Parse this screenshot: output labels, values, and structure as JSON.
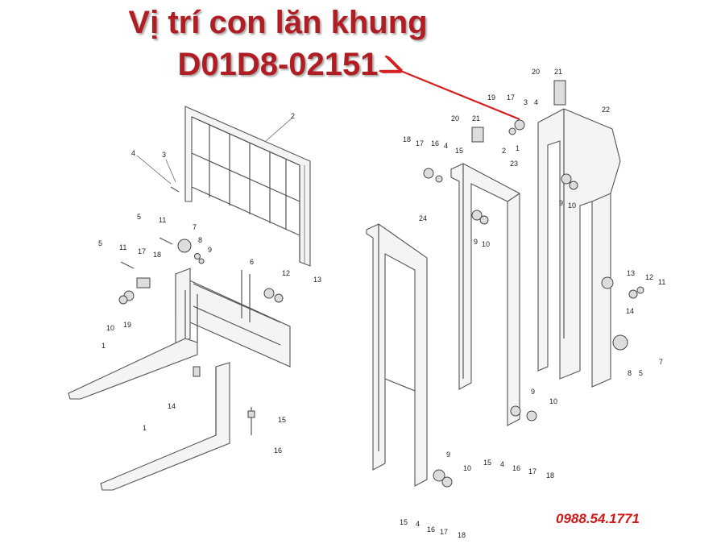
{
  "title": {
    "line1": "Vị trí con lăn khung",
    "line2": "D01D8-02151"
  },
  "phone": "0988.54.1771",
  "colors": {
    "title": "#b01e23",
    "phone": "#d01818",
    "arrow": "#d62020",
    "line": "#555555"
  },
  "labels": {
    "backrest": "2",
    "pin_3": "3",
    "bolt_4": "4",
    "bolt_5a": "5",
    "nut_11a": "11",
    "roller_7": "7",
    "washer_8": "8",
    "pin_9": "9",
    "bolt_5b": "5",
    "nut_11b": "11",
    "roller_17": "17",
    "pin_18": "18",
    "plate_6": "6",
    "ring_12": "12",
    "ring_13": "13",
    "ring_10": "10",
    "ring_19": "19",
    "fork_1a": "1",
    "bracket_14": "14",
    "bolt_15": "15",
    "pin_16": "16",
    "fork_1b": "1",
    "bracket_20a": "20",
    "plate_21a": "21",
    "cap_19": "19",
    "cap_17": "17",
    "cap_3": "3",
    "pin_4": "4",
    "bolt_2": "2",
    "bolt_1": "1",
    "outer_22": "22",
    "bracket_20b": "20",
    "plate_21b": "21",
    "b18": "18",
    "b17": "17",
    "b16": "16",
    "b4": "4",
    "b15": "15",
    "middle_23": "23",
    "inner_24": "24",
    "r9a": "9",
    "r10a": "10",
    "r9b": "9",
    "r10b": "10",
    "r13": "13",
    "r12": "12",
    "r11": "11",
    "r14": "14",
    "r8": "8",
    "r5": "5",
    "r7": "7",
    "m9": "9",
    "m10": "10",
    "m15": "15",
    "m4": "4",
    "m16": "16",
    "m17": "17",
    "m18": "18",
    "i9": "9",
    "i10": "10",
    "i15": "15",
    "i4": "4",
    "i16": "16",
    "i17": "17",
    "i18": "18"
  }
}
